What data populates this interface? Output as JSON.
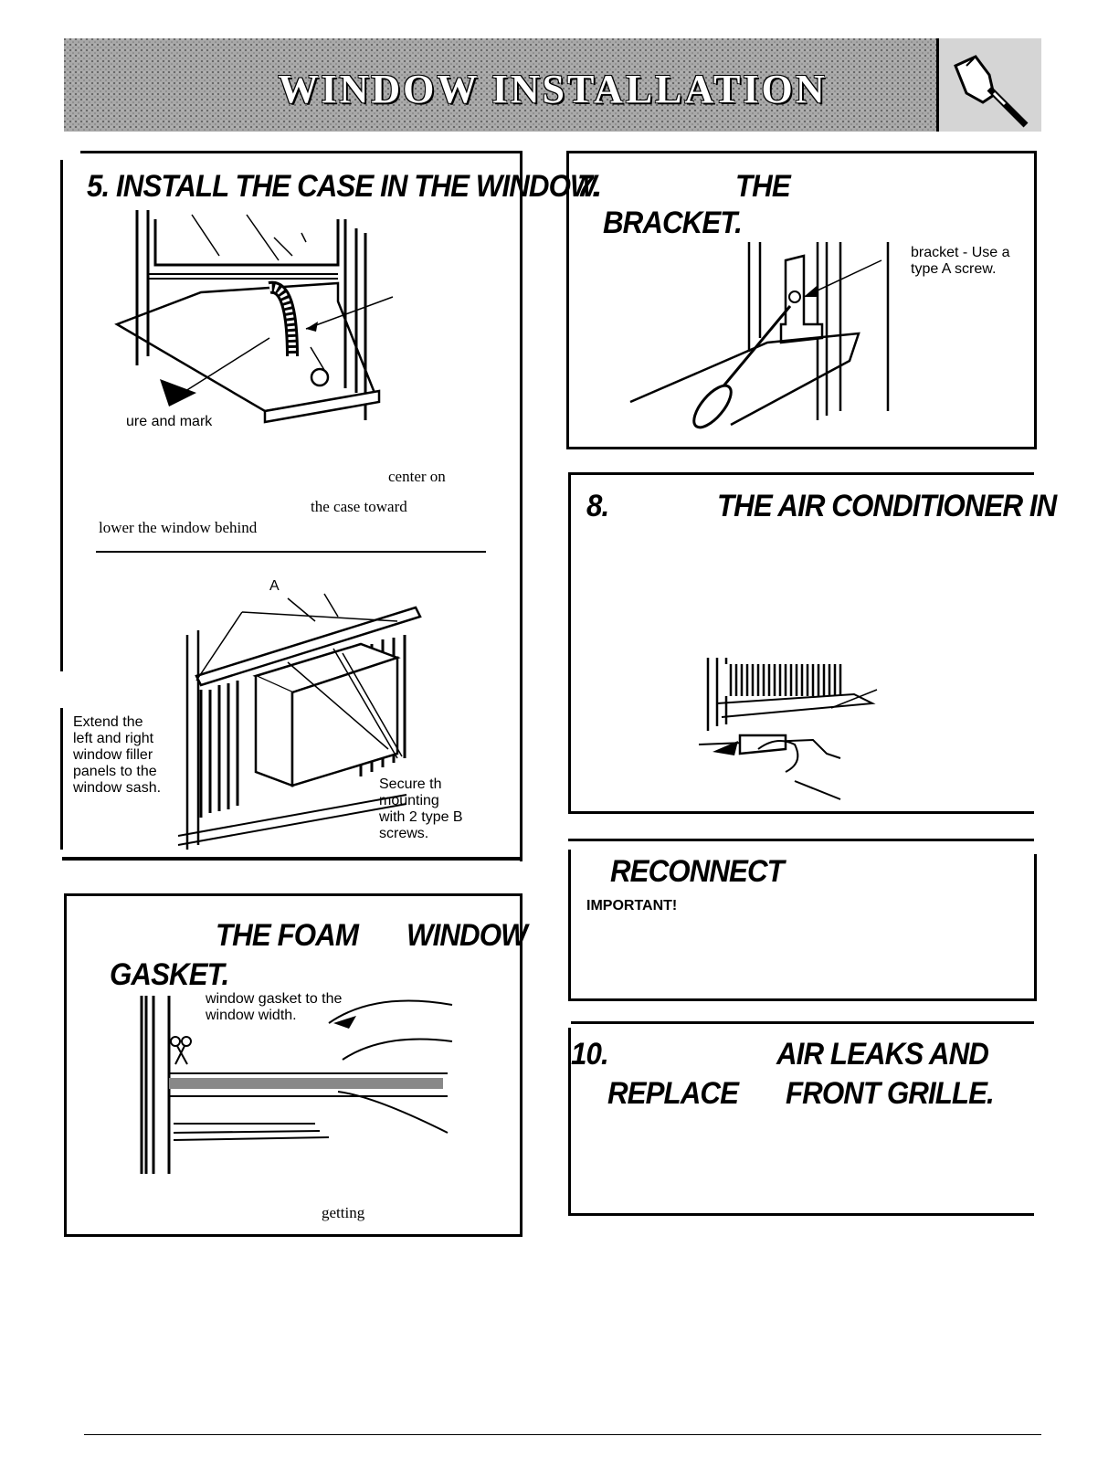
{
  "banner": {
    "title": "WINDOW INSTALLATION",
    "icon": "hand-screwdriver-icon"
  },
  "step5": {
    "heading": "5. INSTALL THE CASE IN THE WINDOW.",
    "callout_measure": "ure and mark",
    "text_center": "center on",
    "text_case_toward": "the case toward",
    "text_lower_window": "lower the window behind",
    "callout_A": "A",
    "callout_extend": [
      "Extend the",
      "left and right",
      "window filler",
      "panels to the",
      "window sash."
    ],
    "callout_secure": [
      "Secure th",
      "mounting",
      "with 2 type B",
      "screws."
    ]
  },
  "step6": {
    "heading_line1": "THE FOAM",
    "heading_line1b": "WINDOW",
    "heading_line2": "GASKET.",
    "callout_gasket": [
      "window gasket to the",
      "window width."
    ],
    "text_getting": "getting"
  },
  "step7": {
    "heading_num": "7.",
    "heading_the": "THE",
    "heading_line2": "BRACKET.",
    "callout_bracket": [
      "bracket - Use a",
      "type A screw."
    ]
  },
  "step8": {
    "heading_num": "8.",
    "heading_rest": "THE AIR CONDITIONER IN"
  },
  "step9": {
    "heading": "RECONNECT",
    "important": "IMPORTANT!"
  },
  "step10": {
    "heading_num": "10.",
    "heading_part1": "AIR LEAKS AND",
    "heading_line2a": "REPLACE",
    "heading_line2b": "FRONT GRILLE."
  }
}
